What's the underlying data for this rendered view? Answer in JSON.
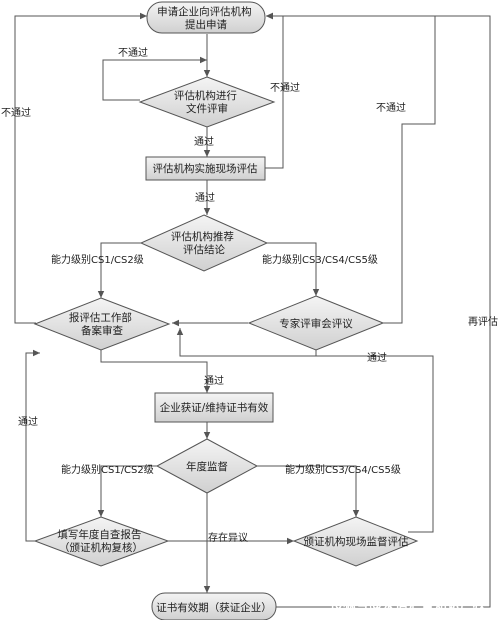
{
  "colors": {
    "stroke": "#555555",
    "fill_top": "#f2f2f2",
    "fill_bottom": "#d2d2d2",
    "text": "#222222"
  },
  "nodes": {
    "start": [
      "申请企业向评估机构",
      "提出申请"
    ],
    "doc_review": [
      "评估机构进行",
      "文件评审"
    ],
    "onsite_eval": [
      "评估机构实施现场评估"
    ],
    "recommend": [
      "评估机构推荐",
      "评估结论"
    ],
    "filing_review": [
      "报评估工作部",
      "备案审查"
    ],
    "expert_review": [
      "专家评审会评议"
    ],
    "cert_obtain": [
      "企业获证/维持证书有效"
    ],
    "annual_supervision": [
      "年度监督"
    ],
    "self_check": [
      "填写年度自查报告",
      "（颁证机构复核）"
    ],
    "onsite_supervision": [
      "颁证机构现场监督评估"
    ],
    "cert_valid": [
      "证书有效期（获证企业）"
    ]
  },
  "edges": {
    "fail": "不通过",
    "pass": "通过",
    "level_low": "能力级别CS1/CS2级",
    "level_high": "能力级别CS3/CS4/CS5级",
    "objection": "存在异议",
    "reassess": "再评估"
  },
  "watermark": "搜狐号@泉信汇智知识产权"
}
